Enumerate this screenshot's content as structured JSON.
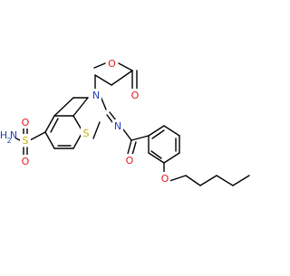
{
  "molecule": {
    "atom_labels": {
      "O_methoxy": "O",
      "O_carbonyl_ester": "O",
      "N_ring": "N",
      "S_ring": "S",
      "N_imine": "N",
      "O_amide": "O",
      "O_ether": "O",
      "S_sulfonyl": "S",
      "O_sulfonyl_top": "O",
      "O_sulfonyl_bottom": "O",
      "NH2_text": "H",
      "NH2_sub": "2",
      "NH2_N": "N"
    },
    "colors": {
      "bond": "#000000",
      "oxygen": "#e41a1c",
      "nitrogen": "#1f3fbf",
      "sulfur": "#c8b400"
    }
  }
}
